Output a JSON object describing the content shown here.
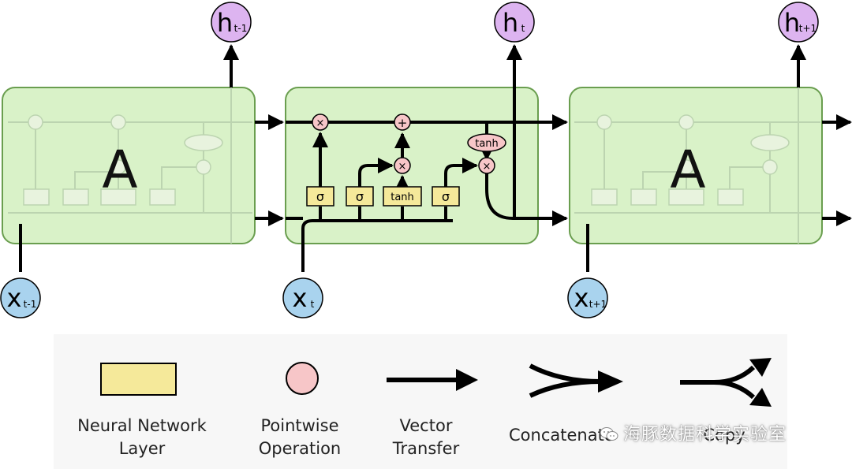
{
  "cells": {
    "left": {
      "label": "A",
      "input_main": "x",
      "input_sub": "t-1",
      "output_main": "h",
      "output_sub": "t-1"
    },
    "middle": {
      "input_main": "x",
      "input_sub": "t",
      "output_main": "h",
      "output_sub": "t"
    },
    "right": {
      "label": "A",
      "input_main": "x",
      "input_sub": "t+1",
      "output_main": "h",
      "output_sub": "t+1"
    }
  },
  "ops": {
    "multiply": "×",
    "add": "+",
    "tanh": "tanh"
  },
  "layers": {
    "sigma": "σ",
    "tanh": "tanh"
  },
  "legend": {
    "neural_network_layer": "Neural Network\nLayer",
    "pointwise_operation": "Pointwise\nOperation",
    "vector_transfer": "Vector\nTransfer",
    "concatenate": "Concatenate",
    "copy": "Copy"
  },
  "watermark": "海豚数据科学实验室",
  "colors": {
    "cell_fill": "#d9f2c8",
    "cell_border": "#6a9e4f",
    "layer_fill": "#f5e99a",
    "pointwise_fill": "#f7c6c8",
    "input_fill": "#a9d3ee",
    "output_fill": "#ddb4f0",
    "line": "#000000"
  }
}
